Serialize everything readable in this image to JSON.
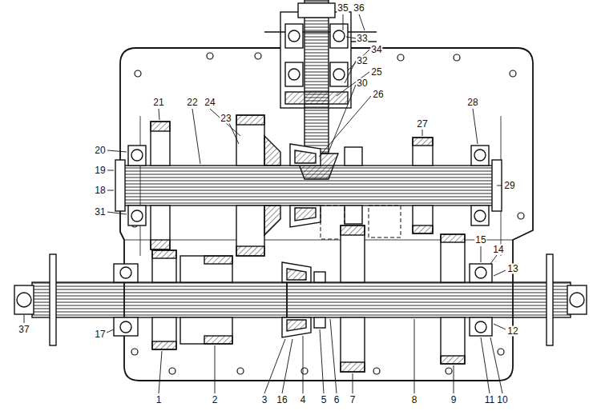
{
  "diagram": {
    "labels": [
      "35",
      "36",
      "33",
      "34",
      "32",
      "25",
      "30",
      "26",
      "24",
      "23",
      "21",
      "22",
      "27",
      "28",
      "20",
      "19",
      "18",
      "31",
      "29",
      "15",
      "14",
      "13",
      "12",
      "17",
      "37",
      "1",
      "2",
      "3",
      "16",
      "4",
      "5",
      "6",
      "7",
      "8",
      "9",
      "11",
      "10"
    ]
  }
}
